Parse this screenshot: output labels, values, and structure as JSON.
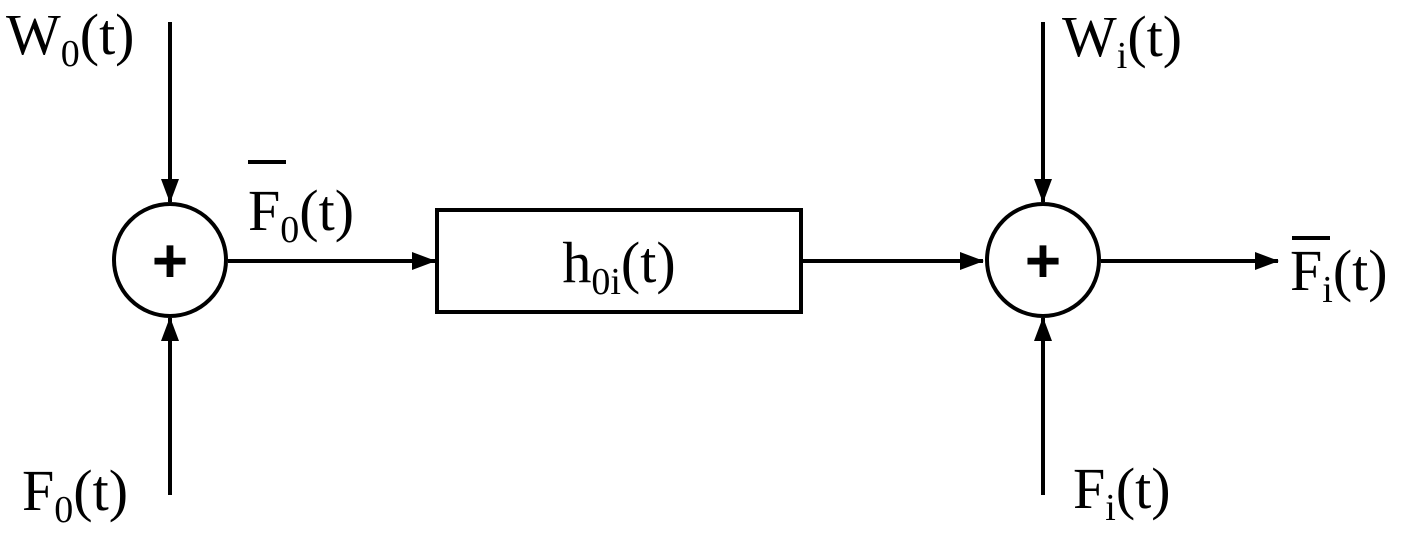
{
  "summing_junctions": [
    {
      "id": "sum-0",
      "symbol": "+"
    },
    {
      "id": "sum-i",
      "symbol": "+"
    }
  ],
  "block": {
    "label": {
      "main": "h",
      "sub": "0i",
      "arg": "(t)"
    }
  },
  "signals": {
    "w0": {
      "main": "W",
      "sub": "0",
      "arg": "(t)"
    },
    "f0": {
      "main": "F",
      "sub": "0",
      "arg": "(t)"
    },
    "f0_bar": {
      "main": "F",
      "sub": "0",
      "arg": "(t)"
    },
    "wi": {
      "main": "W",
      "sub": "i",
      "arg": "(t)"
    },
    "fi": {
      "main": "F",
      "sub": "i",
      "arg": "(t)"
    },
    "fi_bar": {
      "main": "F",
      "sub": "i",
      "arg": "(t)"
    }
  }
}
